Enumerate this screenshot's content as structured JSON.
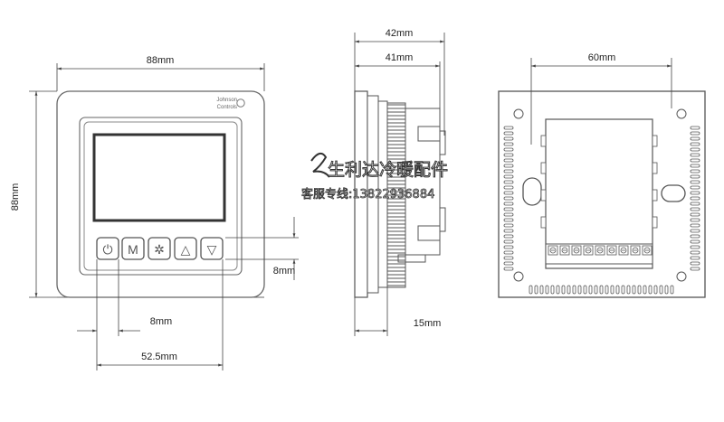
{
  "brand": {
    "line1": "Johnson",
    "line2": "Controls"
  },
  "buttons": {
    "power": "⏻",
    "mode": "M",
    "fan": "✲",
    "up": "△",
    "down": "▽"
  },
  "dimensions": {
    "front_width": "88mm",
    "front_height": "88mm",
    "button_pitch": "8mm",
    "button_height": "8mm",
    "button_span": "52.5mm",
    "side_depth_total": "42mm",
    "side_depth_body": "41mm",
    "side_plate": "15mm",
    "back_hole_spacing": "60mm"
  },
  "watermark": {
    "company": "生利达冷暖配件",
    "hotline": "客服专线:13822936884"
  },
  "colors": {
    "line": "#555555",
    "dim": "#444444",
    "watermark": "#333333"
  }
}
